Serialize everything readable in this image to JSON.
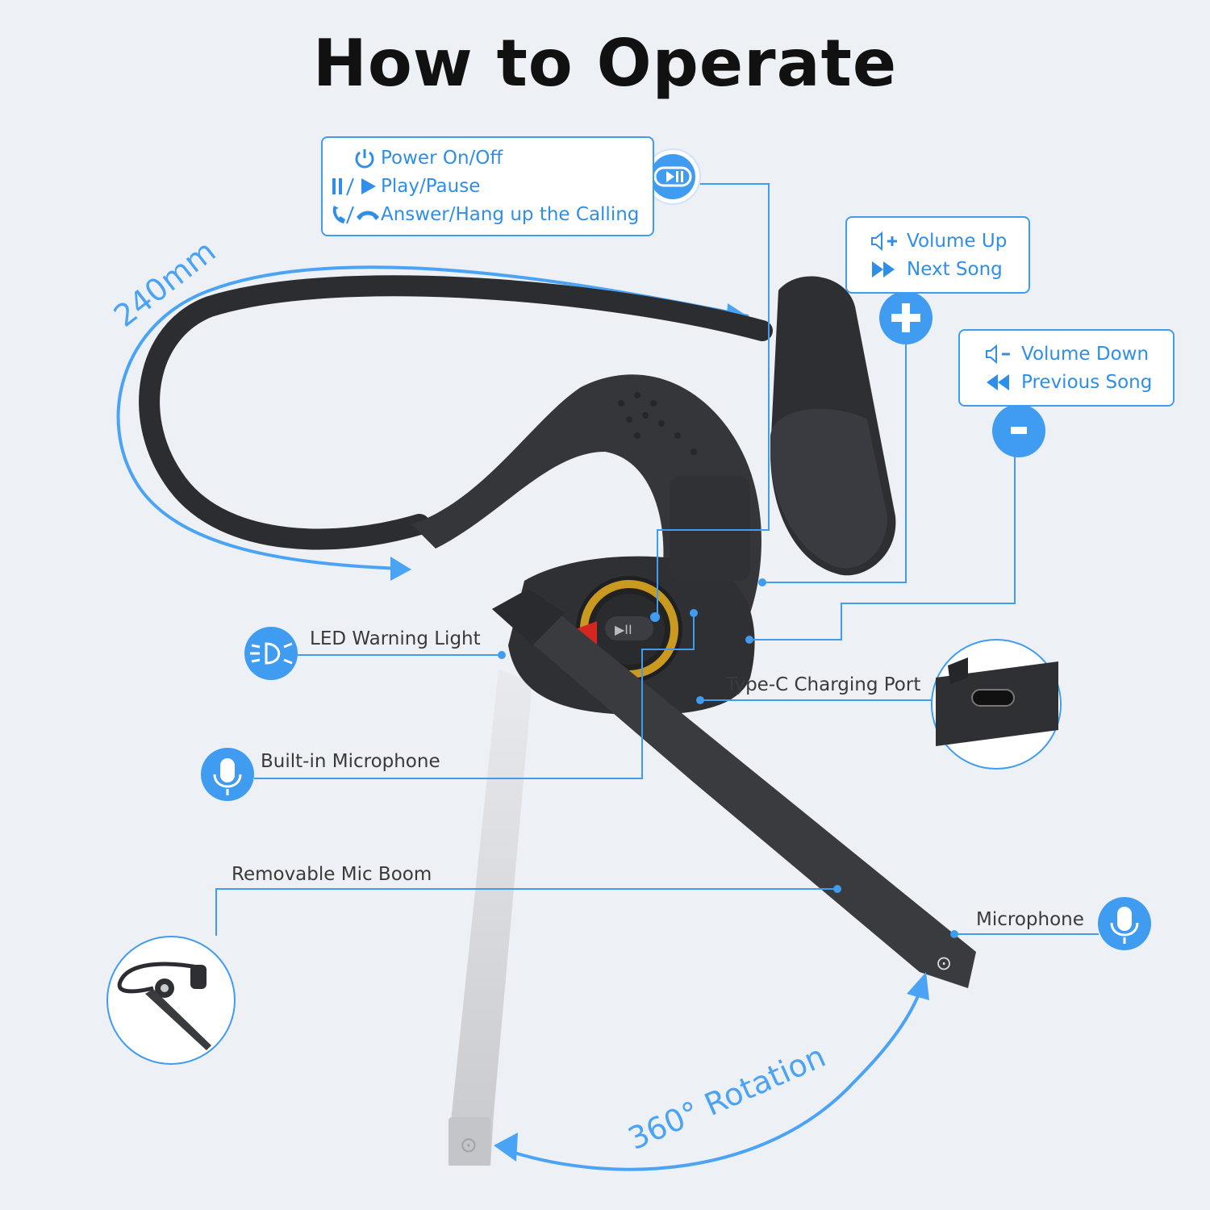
{
  "title": "How to Operate",
  "colors": {
    "accent": "#3f9cf0",
    "text": "#3a3a3a",
    "background": "#edf0f4"
  },
  "main_button_box": {
    "items": [
      {
        "icon": "power-icon",
        "label": "Power On/Off"
      },
      {
        "icon": "play-pause-icon",
        "label": "Play/Pause"
      },
      {
        "icon": "phone-answer-hangup-icon",
        "label": "Answer/Hang up the Calling"
      }
    ]
  },
  "volume_up_box": {
    "items": [
      {
        "icon": "volume-up-icon",
        "label": "Volume Up"
      },
      {
        "icon": "fast-forward-icon",
        "label": "Next Song"
      }
    ]
  },
  "volume_down_box": {
    "items": [
      {
        "icon": "volume-down-icon",
        "label": "Volume Down"
      },
      {
        "icon": "rewind-icon",
        "label": "Previous Song"
      }
    ]
  },
  "callouts": {
    "led": "LED Warning Light",
    "type_c": "Type-C Charging Port",
    "builtin_mic": "Built-in Microphone",
    "mic_boom": "Removable Mic Boom",
    "microphone": "Microphone"
  },
  "dimension_label": "240mm",
  "rotation_label": "360° Rotation"
}
